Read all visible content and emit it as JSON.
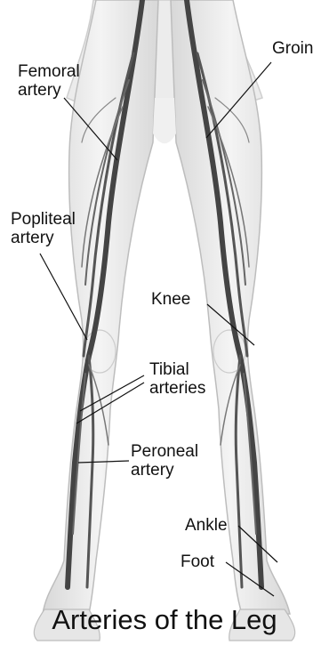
{
  "title": "Arteries of the Leg",
  "labels": {
    "femoral": [
      "Femoral",
      "artery"
    ],
    "groin": "Groin",
    "popliteal": [
      "Popliteal",
      "artery"
    ],
    "knee": "Knee",
    "tibial": [
      "Tibial",
      "arteries"
    ],
    "peroneal": [
      "Peroneal",
      "artery"
    ],
    "ankle": "Ankle",
    "foot": "Foot"
  }
}
